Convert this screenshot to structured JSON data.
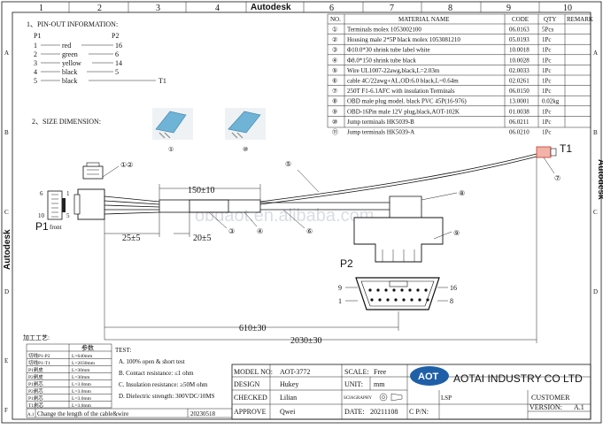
{
  "header": {
    "brand_top": "Autodesk",
    "col_numbers": [
      "1",
      "2",
      "3",
      "4",
      "5",
      "6",
      "7",
      "8",
      "9",
      "10"
    ],
    "row_letters": [
      "A",
      "B",
      "C",
      "D",
      "E",
      "F"
    ],
    "side_brand": "Autodesk"
  },
  "pinout": {
    "title": "1、PIN-OUT INFORMATION:",
    "p1": "P1",
    "p2": "P2",
    "rows": [
      {
        "left": "1",
        "color": "red",
        "right": "16"
      },
      {
        "left": "2",
        "color": "green",
        "right": "6"
      },
      {
        "left": "3",
        "color": "yellow",
        "right": "14"
      },
      {
        "left": "4",
        "color": "black",
        "right": "5"
      },
      {
        "left": "5",
        "color": "black",
        "right": "T1"
      }
    ]
  },
  "size_title": "2、SIZE DIMENSION:",
  "photos": {
    "label1": "①",
    "label2": "⑩"
  },
  "bom": {
    "headers": [
      "NO.",
      "MATERIAL NAME",
      "CODE",
      "QTY",
      "REMARK"
    ],
    "rows": [
      {
        "no": "①",
        "name": "Terminals molex 1053002100",
        "code": "06.0163",
        "qty": "5Pcs"
      },
      {
        "no": "②",
        "name": "Housing male 2*5P black molex 1053081210",
        "code": "05.0193",
        "qty": "1Pc"
      },
      {
        "no": "③",
        "name": "Φ10.0*30 shrink tube label white",
        "code": "10.0018",
        "qty": "1Pc"
      },
      {
        "no": "④",
        "name": "Φ8.0*150 shrink tube black",
        "code": "10.0028",
        "qty": "1Pc"
      },
      {
        "no": "⑤",
        "name": "Wire UL1007-22awg,black,L=2.03m",
        "code": "02.0033",
        "qty": "1Pc"
      },
      {
        "no": "⑥",
        "name": "cable 4C/22awg+AL,OD:6.0 black,L=0.64m",
        "code": "02.0261",
        "qty": "1Pc"
      },
      {
        "no": "⑦",
        "name": "250T F1-6.1AFC with insulation Terminals",
        "code": "06.0150",
        "qty": "1Pc"
      },
      {
        "no": "⑧",
        "name": "OBD male plug model. black PVC 45P(16-976)",
        "code": "13.0001",
        "qty": "0.02kg"
      },
      {
        "no": "⑨",
        "name": "OBD-16Pin male 12V plug,black,AOT-102K",
        "code": "01.0038",
        "qty": "1Pc"
      },
      {
        "no": "⑩",
        "name": "Jump terminals HK5039-B",
        "code": "06.0211",
        "qty": "1Pc"
      },
      {
        "no": "⑪",
        "name": "Jump terminals HK5039-A",
        "code": "06.0210",
        "qty": "1Pc"
      }
    ]
  },
  "drawing": {
    "callouts": {
      "c12": "①②",
      "c3": "③",
      "c4": "④",
      "c5": "⑤",
      "c6": "⑥",
      "c7": "⑦",
      "c8": "⑧",
      "c9": "⑨"
    },
    "dims": {
      "d150": "150±10",
      "d25": "25±5",
      "d20": "20±5",
      "d610": "610±30",
      "d2030": "2030±30"
    },
    "p1_label": "P1",
    "p1_front": "front",
    "p2_label": "P2",
    "t1_label": "T1",
    "pin6": "6",
    "pin1": "1",
    "pin10": "10",
    "pin5": "5",
    "pin9": "9",
    "pin16": "16",
    "pinA1": "1",
    "pin8": "8",
    "watermark": "obdaot.en.alibaba.com"
  },
  "process": {
    "title": "加工工艺:",
    "headers": [
      "",
      "参数"
    ],
    "rows": [
      {
        "a": "切线P1-P2",
        "b": "L=640mm"
      },
      {
        "a": "切线P1-T1",
        "b": "L=2030mm"
      },
      {
        "a": "P1剥皮",
        "b": "L=30mm"
      },
      {
        "a": "P2剥皮",
        "b": "L=30mm"
      },
      {
        "a": "P1剥芯",
        "b": "L=3.0mm"
      },
      {
        "a": "P2剥芯",
        "b": "L=3.0mm"
      },
      {
        "a": "P1剥芯",
        "b": "L=3.0mm"
      },
      {
        "a": "T1剥芯",
        "b": "L=3.0mm"
      }
    ]
  },
  "tests": {
    "title": "TEST:",
    "items": [
      "A. 100% open & short test",
      "B. Contact resistance: ≤1 ohm",
      "C. Insulation resistance: ≥50M ohm",
      "D. Dielectric strength: 300VDC/10MS"
    ]
  },
  "title_block": {
    "model_label": "MODEL NO:",
    "model_value": "AOT-3772",
    "scale_label": "SCALE:",
    "scale_value": "Free",
    "design_label": "DESIGN",
    "design_value": "Hukey",
    "unit_label": "UNIT:",
    "unit_value": "mm",
    "checked_label": "CHECKED",
    "checked_value": "Lilian",
    "approve_label": "APPROVE",
    "approve_value": "Qwei",
    "date_label": "DATE:",
    "date_value": "20211108",
    "sciagraphy_label": "SCIAGRAPHY",
    "company": "AOTAI INDUSTRY CO LTD",
    "logo_text": "AOT",
    "customer_label": "CUSTOMER",
    "cp_label": "C P/N:",
    "lsp_label": "LSP",
    "version_label": "VERSION:",
    "version_value": "A.1",
    "rev_note": "Change the length of the cable&wire",
    "rev_date": "20230518",
    "rev_marker": "A.1"
  }
}
